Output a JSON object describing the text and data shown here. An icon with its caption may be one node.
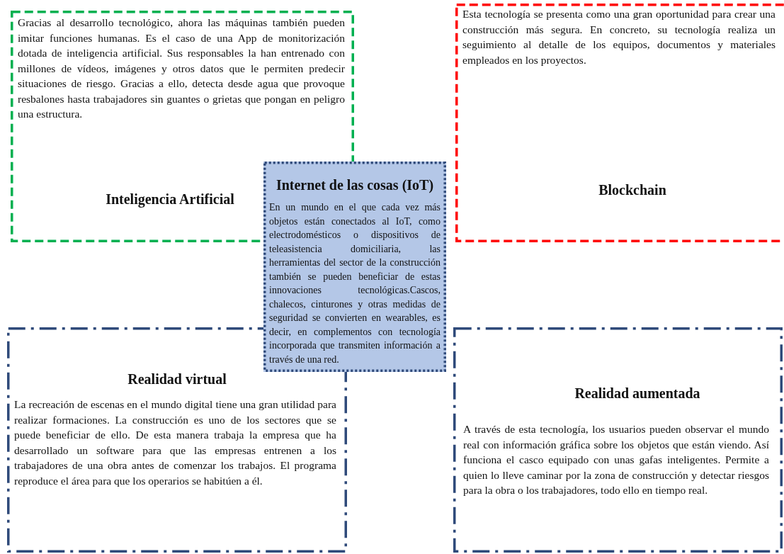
{
  "diagram": {
    "nodes": [
      {
        "text": [
          "Gracias al desarrollo tecnológico, ahora las máquinas también pueden imitar funciones humanas. Es el caso de una App de monitorización dotada de inteligencia artificial. Sus responsables la han entrenado con millones de vídeos, imágenes y otros datos que le permiten predecir situaciones de riesgo. Gracias a ello, detecta desde agua que provoque resbalones hasta trabajadores sin guantes o grietas que pongan en peligro una estructura.",
          "Inteligencia Artificial"
        ]
      },
      {
        "text": [
          "Esta tecnología se presenta como una gran oportunidad para crear una construcción más segura. En concreto, su tecnología realiza un seguimiento al detalle de los equipos, documentos y materiales empleados en los proyectos.",
          "Blockchain"
        ]
      },
      {
        "text": [
          "Internet de las cosas (IoT)",
          "En un mundo en el que cada vez más objetos están conectados al IoT, como electrodomésticos o dispositivos de teleasistencia domiciliaria, las herramientas del sector de la construcción también se pueden beneficiar de estas innovaciones tecnológicas.Cascos, chalecos, cinturones y otras medidas de seguridad se convierten en wearables, es decir, en complementos con tecnología incorporada que transmiten información a través de una red."
        ]
      },
      {
        "text": [
          "Realidad virtual",
          "La recreación de escenas en el mundo digital tiene una gran utilidad para realizar formaciones. La construcción es uno de los sectores que se puede beneficiar de ello. De esta manera trabaja la empresa que ha desarrollado un software para que las empresas entrenen a los trabajadores de una obra antes de comenzar los trabajos. El programa reproduce el área para que los operarios se habitúen a él."
        ]
      },
      {
        "text": [
          "Realidad aumentada",
          "A través de esta tecnología, los usuarios pueden observar el mundo real con información gráfica sobre los objetos que están viendo. Así funciona el casco equipado con unas gafas inteligentes. Permite a quien lo lleve caminar por la zona de construcción y detectar riesgos para la obra o los trabajadores, todo ello en tiempo real."
        ]
      }
    ],
    "edges": []
  }
}
